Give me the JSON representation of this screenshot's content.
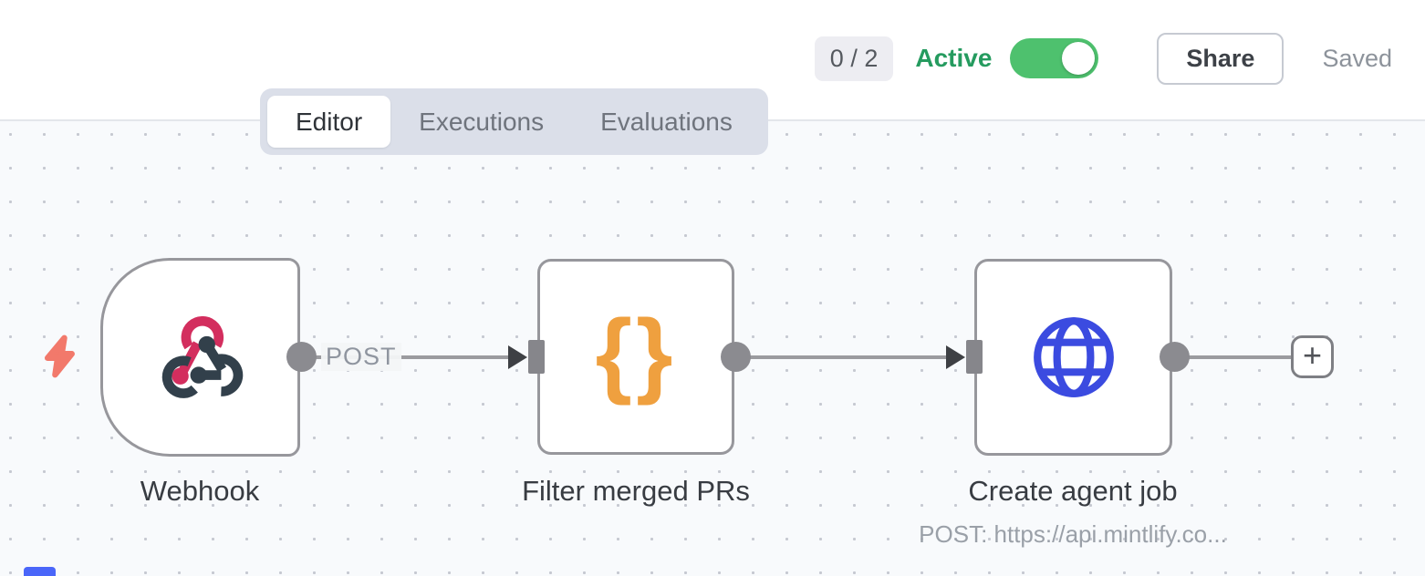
{
  "header": {
    "execution_counter": "0 / 2",
    "active_label": "Active",
    "toggle_state": "on",
    "share_label": "Share",
    "saved_label": "Saved"
  },
  "tabs": {
    "items": [
      {
        "label": "Editor",
        "active": true
      },
      {
        "label": "Executions",
        "active": false
      },
      {
        "label": "Evaluations",
        "active": false
      }
    ]
  },
  "canvas": {
    "nodes": [
      {
        "id": "webhook",
        "title": "Webhook",
        "icon": "webhook-icon",
        "shape": "trigger-rounded-left",
        "output_label": "POST"
      },
      {
        "id": "filter",
        "title": "Filter merged PRs",
        "icon": "code-braces-icon"
      },
      {
        "id": "http",
        "title": "Create agent job",
        "icon": "globe-icon",
        "subtitle": "POST: https://api.mintlify.co..."
      }
    ],
    "icons": {
      "braces_glyph": "{}",
      "add_button_label": "+",
      "trigger_indicator": "lightning-bolt-icon"
    },
    "colors": {
      "active_green": "#259b5f",
      "toggle_green": "#4ec16e",
      "webhook_pink": "#d32e5e",
      "webhook_slate": "#32404b",
      "braces_orange": "#efa03f",
      "globe_blue": "#3b4be0",
      "bolt_coral": "#f2796b",
      "node_border_gray": "#97979c",
      "connection_gray": "#9b9b9f",
      "canvas_bg": "#f8fafc"
    }
  }
}
